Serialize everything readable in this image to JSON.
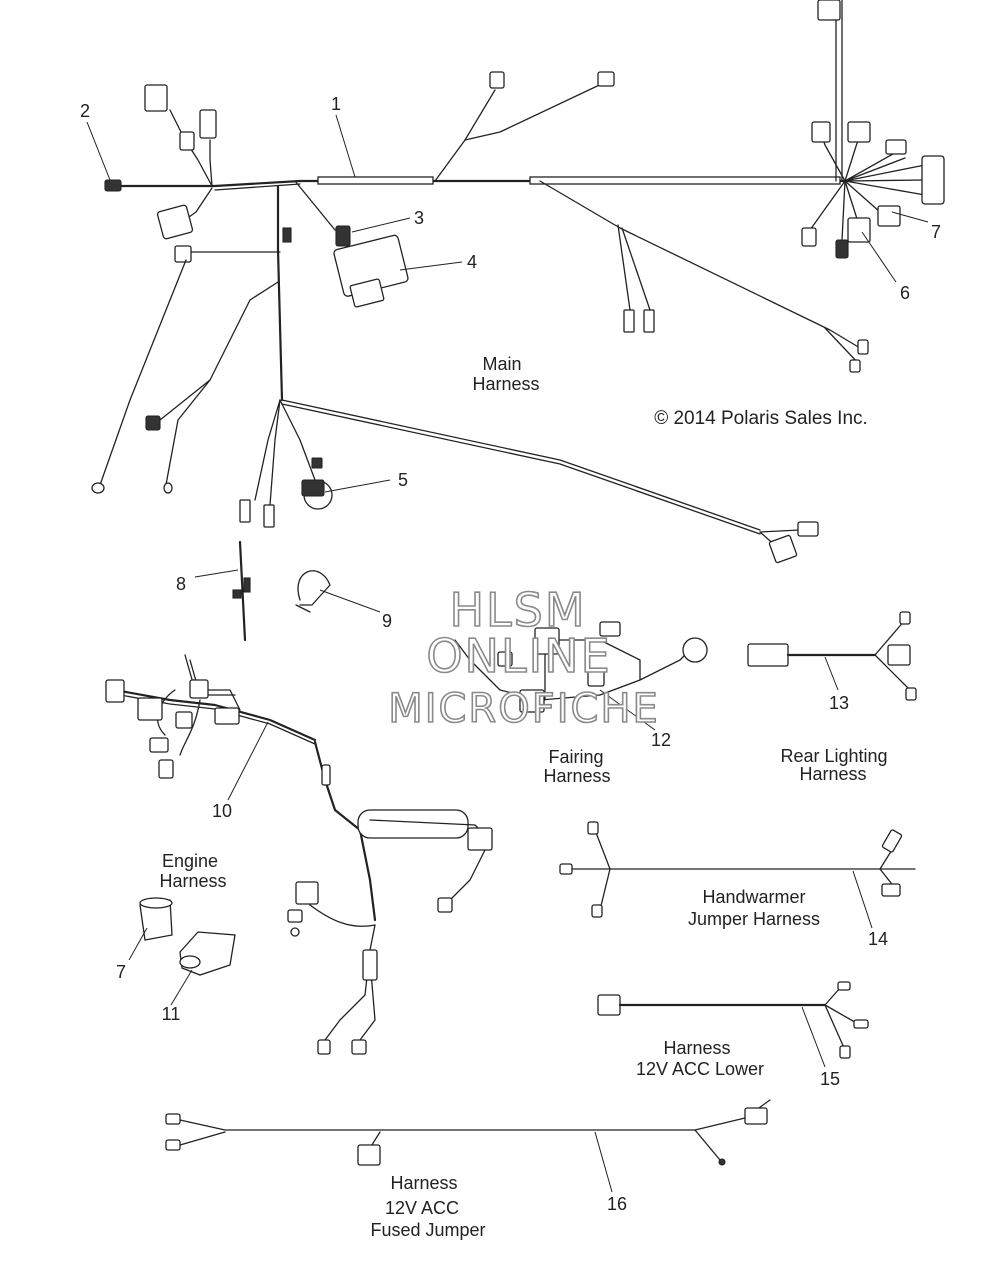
{
  "copyright": "© 2014 Polaris Sales Inc.",
  "watermark": {
    "line1": "HLSM",
    "line2": "ONLINE",
    "line3": "MICROFICHE"
  },
  "callouts": {
    "n1": "1",
    "n2": "2",
    "n3": "3",
    "n4": "4",
    "n5": "5",
    "n6": "6",
    "n7a": "7",
    "n8": "8",
    "n9": "9",
    "n10": "10",
    "n7b": "7",
    "n11": "11",
    "n12": "12",
    "n13": "13",
    "n14": "14",
    "n15": "15",
    "n16": "16"
  },
  "labels": {
    "main_harness": [
      "Main",
      "Harness"
    ],
    "fairing_harness": [
      "Fairing",
      "Harness"
    ],
    "rear_lighting_harness": [
      "Rear Lighting",
      "Harness"
    ],
    "engine_harness": [
      "Engine",
      "Harness"
    ],
    "handwarmer_jumper_harness": [
      "Handwarmer",
      "Jumper Harness"
    ],
    "harness_12v_acc_lower": [
      "Harness",
      "12V ACC Lower"
    ],
    "harness_12v_acc_fused_jumper": [
      "Harness",
      "12V ACC",
      "Fused Jumper"
    ]
  }
}
